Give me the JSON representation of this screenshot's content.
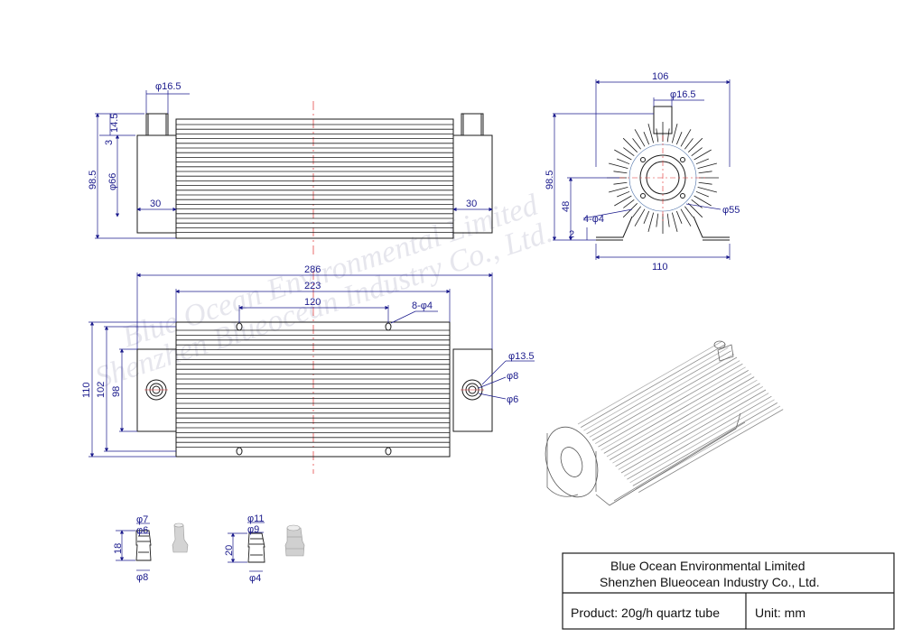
{
  "title_block": {
    "company_en": "Blue Ocean Environmental Limited",
    "company_cn": "Shenzhen Blueocean Industry Co., Ltd.",
    "product": "Product: 20g/h quartz tube",
    "unit": "Unit: mm"
  },
  "watermark": {
    "line1": "Blue Ocean Environmental Limited",
    "line2": "Shenzhen Blueocean Industry Co., Ltd."
  },
  "front_view": {
    "d_port": "φ16.5",
    "h_port": "14.5",
    "h_small": "3",
    "h_total": "98.5",
    "d_body": "φ66",
    "w_left_cap": "30",
    "w_right_cap": "30"
  },
  "side_view": {
    "w_top": "106",
    "d_port": "φ16.5",
    "h_total": "98.5",
    "h_axis": "48",
    "hole": "4-φ4",
    "h_foot": "2",
    "d_core": "φ55",
    "w_feet": "110"
  },
  "top_view": {
    "l_total": "286",
    "l_body": "223",
    "l_holes": "120",
    "holes": "8-φ4",
    "h_total": "110",
    "h_body": "102",
    "h_inner": "98",
    "d_outer": "φ13.5",
    "d_mid": "φ8",
    "d_inner": "φ6"
  },
  "fittings": {
    "f1": {
      "d_top": "φ7",
      "d_mid": "φ6",
      "h": "18",
      "d_bot": "φ8"
    },
    "f2": {
      "d_top": "φ11",
      "d_mid": "φ9",
      "h": "20",
      "d_bot": "φ4"
    }
  },
  "colors": {
    "line": "#1a1a1a",
    "dim": "#1a1a8c",
    "center": "#e03030",
    "watermark": "#c8c8d8"
  }
}
